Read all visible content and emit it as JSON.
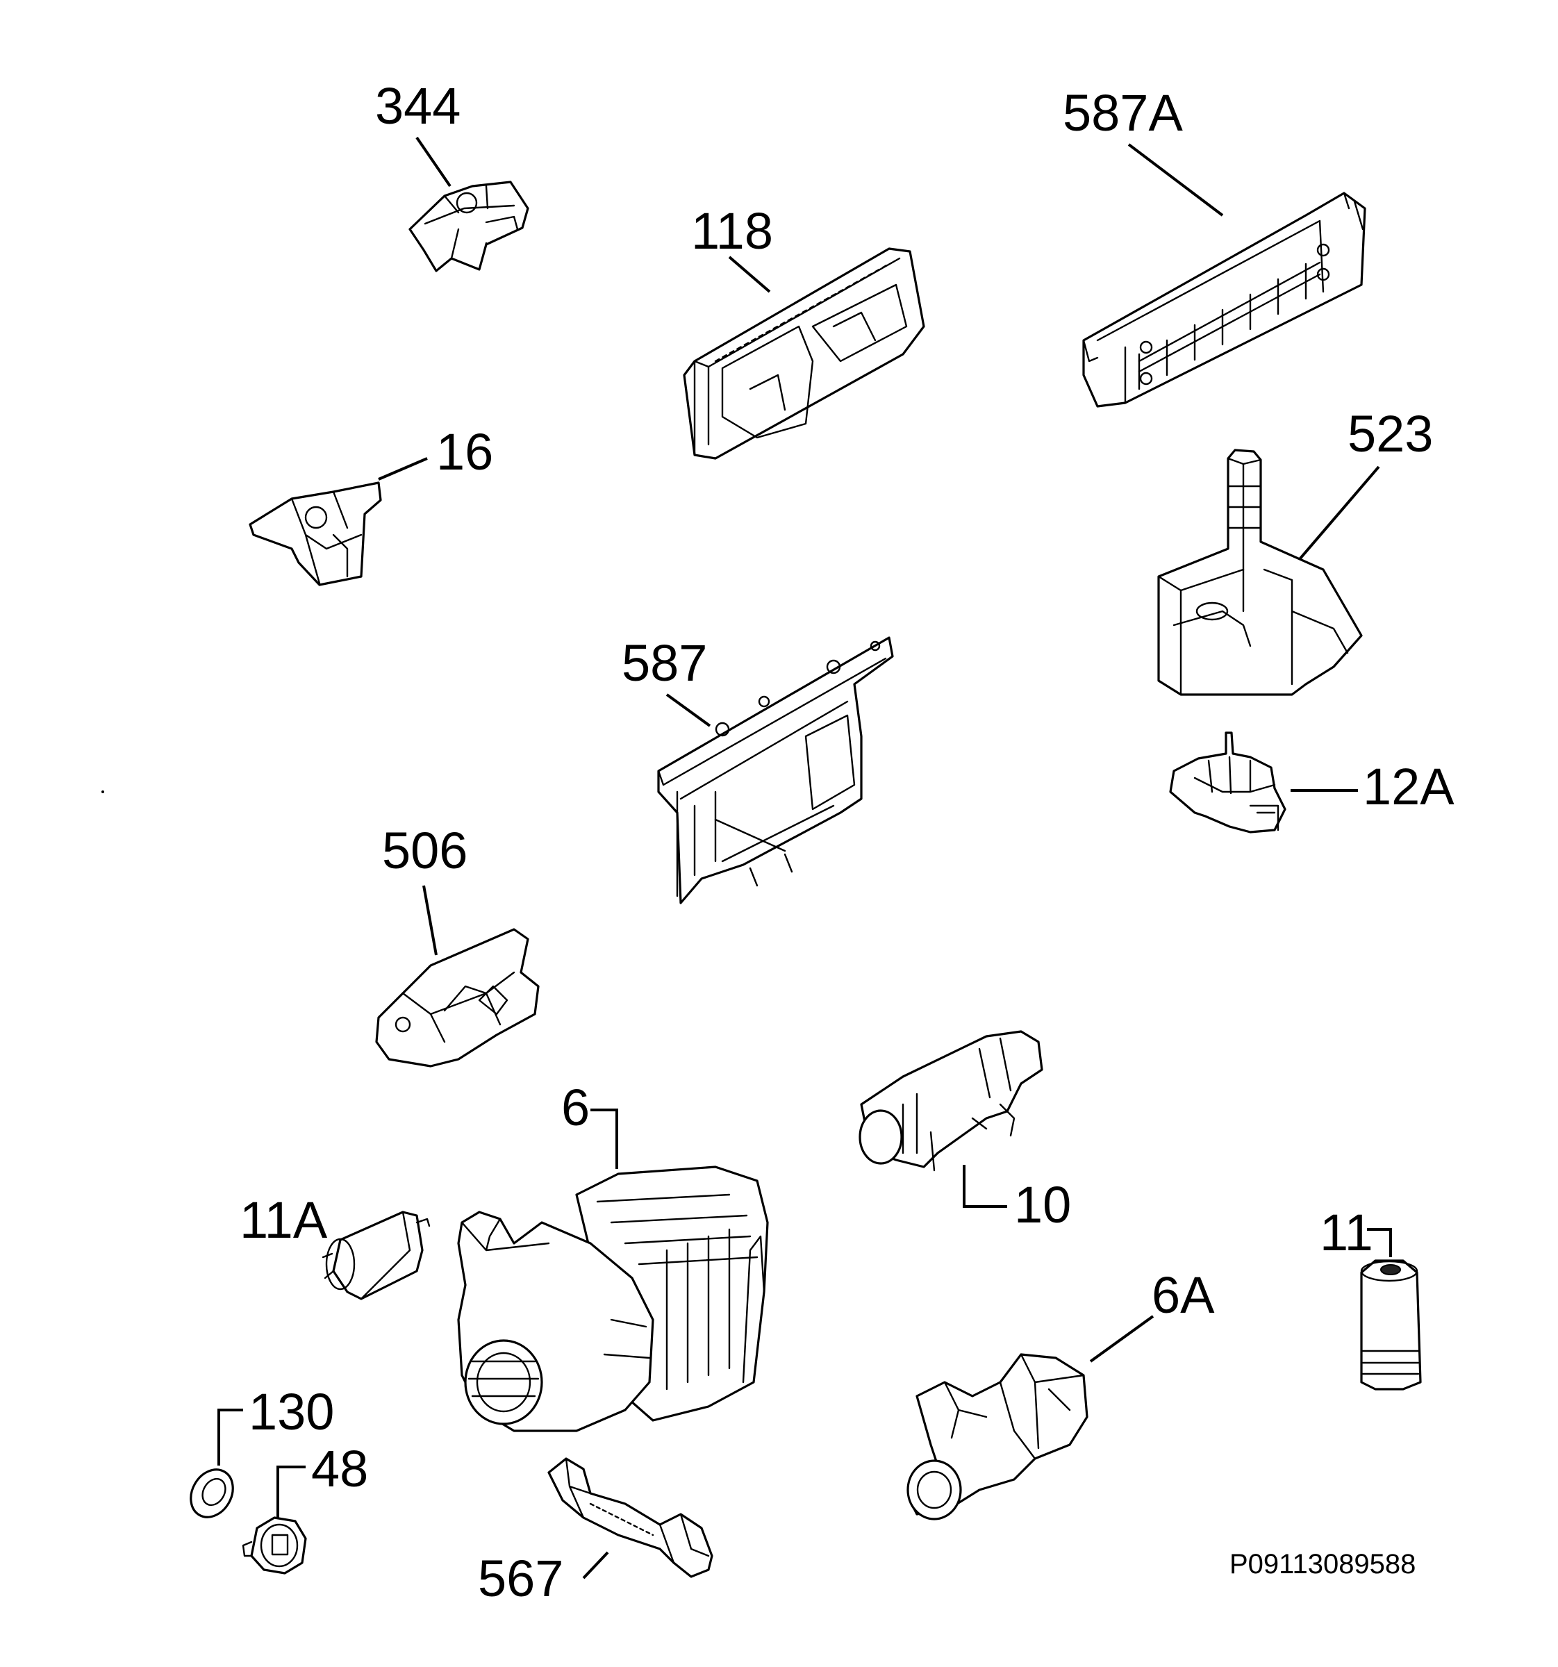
{
  "labels": {
    "p344": "344",
    "p587a": "587A",
    "p118": "118",
    "p16": "16",
    "p523": "523",
    "p587": "587",
    "p12a": "12A",
    "p506": "506",
    "p6": "6",
    "p10": "10",
    "p11a": "11A",
    "p11": "11",
    "p6a": "6A",
    "p130": "130",
    "p48": "48",
    "p567": "567"
  },
  "document_code": "P09113089588",
  "colors": {
    "line": "#000000",
    "background": "#ffffff"
  }
}
